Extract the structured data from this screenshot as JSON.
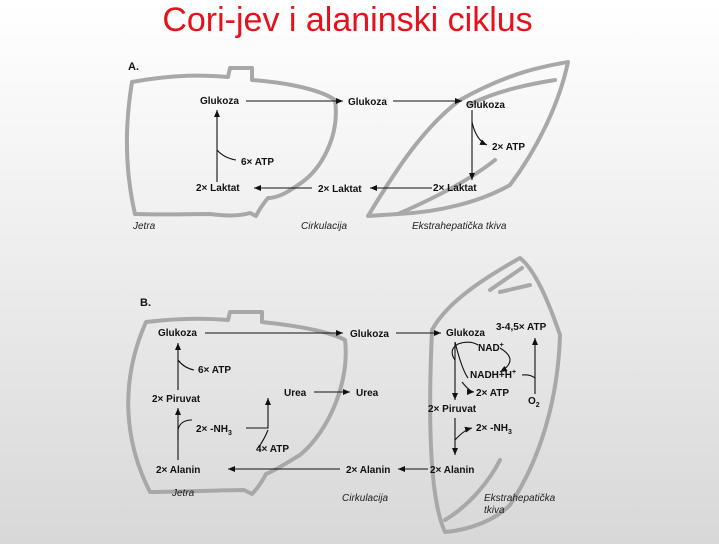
{
  "title": "Cori-jev i alaninski ciklus",
  "panel_a": {
    "section": "A.",
    "liver_glucose": "Glukoza",
    "circ_glucose": "Glukoza",
    "tissue_glucose": "Glukoza",
    "atp_liver": "6× ATP",
    "atp_tissue": "2× ATP",
    "lactate_liver": "2× Laktat",
    "lactate_circ": "2× Laktat",
    "lactate_tissue": "2× Laktat",
    "label_liver": "Jetra",
    "label_circ": "Cirkulacija",
    "label_tissue": "Ekstrahepatička tkiva"
  },
  "panel_b": {
    "section": "B.",
    "liver_glucose": "Glukoza",
    "circ_glucose": "Glukoza",
    "tissue_glucose": "Glukoza",
    "atp_liver": "6× ATP",
    "pyruvate_liver": "2× Piruvat",
    "nh3_liver": "2× -NH",
    "nh3_liver_sub": "3",
    "urea_liver": "Urea",
    "urea_out": "Urea",
    "atp4": "4× ATP",
    "alanine_liver": "2× Alanin",
    "alanine_circ": "2× Alanin",
    "alanine_tissue": "2× Alanin",
    "atp_resp": "3-4,5× ATP",
    "nad": "NAD",
    "nad_sup": "+",
    "nadh": "NADH+H",
    "nadh_sup": "+",
    "atp_tissue": "2× ATP",
    "pyruvate_tissue": "2× Piruvat",
    "nh3_tissue": "2× -NH",
    "nh3_tissue_sub": "3",
    "o2": "O",
    "o2_sub": "2",
    "label_liver": "Jetra",
    "label_circ": "Cirkulacija",
    "label_tissue_1": "Ekstrahepatička",
    "label_tissue_2": "tkiva"
  }
}
